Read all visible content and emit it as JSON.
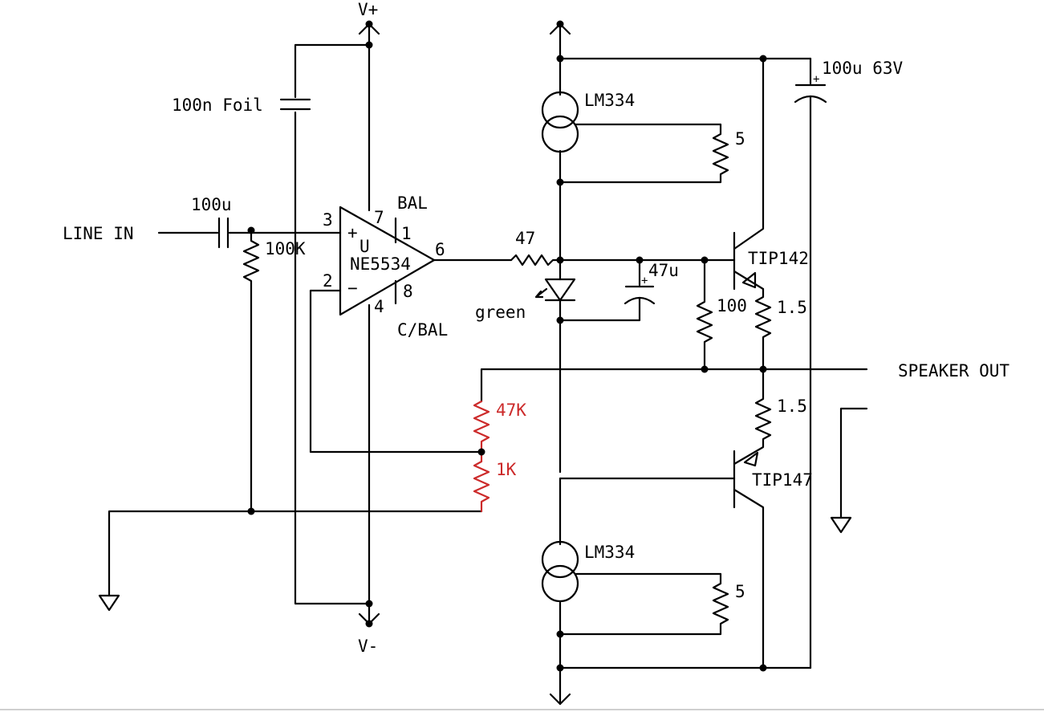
{
  "labels": {
    "vplus": "V+",
    "vminus": "V-",
    "cap_foil": "100n Foil",
    "cap_input": "100u",
    "line_in": "LINE IN",
    "r_input": "100K",
    "opamp_name": "NE5534",
    "opamp_u": "U",
    "opamp_plus": "+",
    "opamp_minus": "−",
    "pin3": "3",
    "pin2": "2",
    "pin7": "7",
    "pin4": "4",
    "pin1": "1",
    "pin8": "8",
    "pin6": "6",
    "bal": "BAL",
    "cbal": "C/BAL",
    "r_series": "47",
    "led": "green",
    "cap_47u": "47u",
    "cap_plus": "+",
    "cs_top": "LM334",
    "cs_bottom": "LM334",
    "r_set_top": "5",
    "r_set_bottom": "5",
    "q_top": "TIP142",
    "q_bottom": "TIP147",
    "r_100": "100",
    "r_emitter_top": "1.5",
    "r_emitter_bottom": "1.5",
    "cap_rail": "100u 63V",
    "speaker_out": "SPEAKER OUT",
    "r_feedback_top": "47K",
    "r_feedback_bottom": "1K"
  },
  "colors": {
    "wire": "#000000",
    "feedback_resistors": "#cc2a2a",
    "background": "#ffffff"
  }
}
